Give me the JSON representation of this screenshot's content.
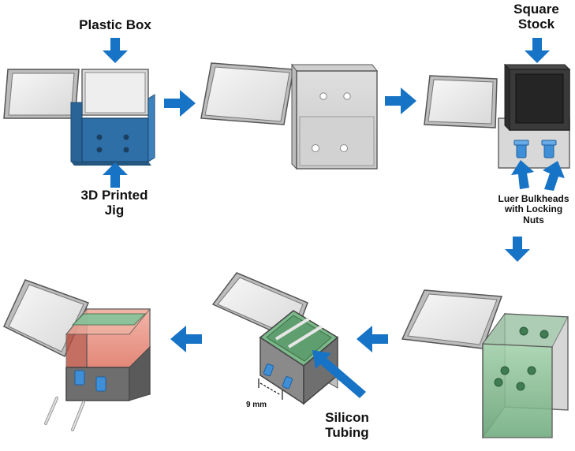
{
  "labels": {
    "plastic_box": "Plastic Box",
    "printed_jig_line1": "3D Printed",
    "printed_jig_line2": "Jig",
    "square_stock_line1": "Square",
    "square_stock_line2": "Stock",
    "luer_line1": "Luer Bulkheads",
    "luer_line2": "with Locking",
    "luer_line3": "Nuts",
    "silicon_line1": "Silicon",
    "silicon_line2": "Tubing",
    "dimension": "9 mm"
  },
  "colors": {
    "arrow": "#1673c5",
    "box_edge": "#555555",
    "box_fill": "#e8e8e8",
    "lid_fill": "#f4f4f4",
    "jig": "#2f6fa8",
    "stock_dark": "#3a3a3a",
    "green_tint": "#7fbf8f",
    "red_tint": "#e06a5a",
    "fitting": "#3f8fd8"
  }
}
